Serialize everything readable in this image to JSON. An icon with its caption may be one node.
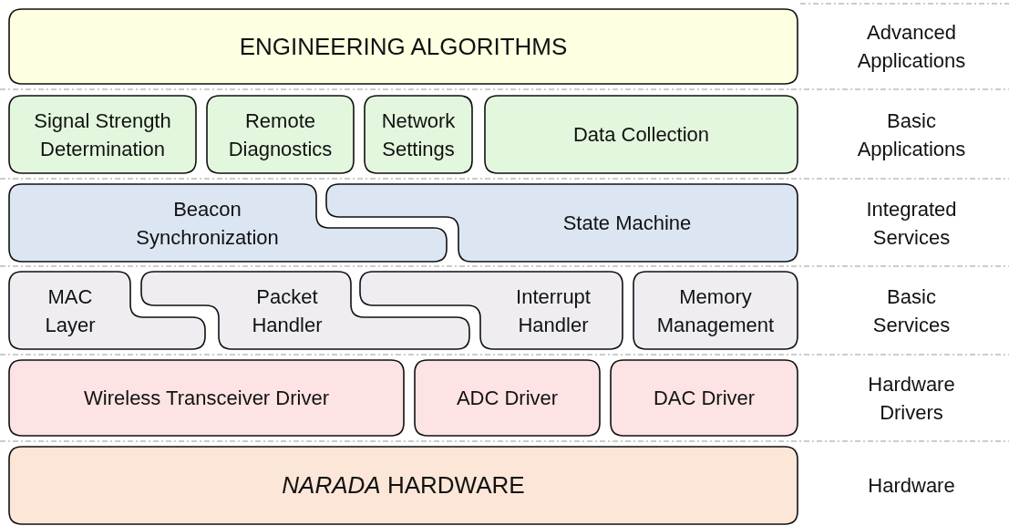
{
  "diagram": {
    "nodes": [
      {
        "text": [
          "ENGINEERING ALGORITHMS"
        ]
      },
      {
        "text": [
          "Signal Strength Determination"
        ]
      },
      {
        "text": [
          "Remote Diagnostics"
        ]
      },
      {
        "text": [
          "Network Settings"
        ]
      },
      {
        "text": [
          "Data Collection"
        ]
      },
      {
        "text": [
          "Beacon Synchronization"
        ]
      },
      {
        "text": [
          "State Machine"
        ]
      },
      {
        "text": [
          "MAC Layer"
        ]
      },
      {
        "text": [
          "Packet Handler"
        ]
      },
      {
        "text": [
          "Interrupt Handler"
        ]
      },
      {
        "text": [
          "Memory Management"
        ]
      },
      {
        "text": [
          "Wireless Transceiver Driver"
        ]
      },
      {
        "text": [
          "ADC Driver"
        ]
      },
      {
        "text": [
          "DAC Driver"
        ]
      },
      {
        "text": [
          "*NARADA* HARDWARE"
        ]
      }
    ],
    "labels": [
      "Advanced Applications",
      "Basic Applications",
      "Integrated Services",
      "Basic Services",
      "Hardware Drivers",
      "Hardware"
    ]
  }
}
